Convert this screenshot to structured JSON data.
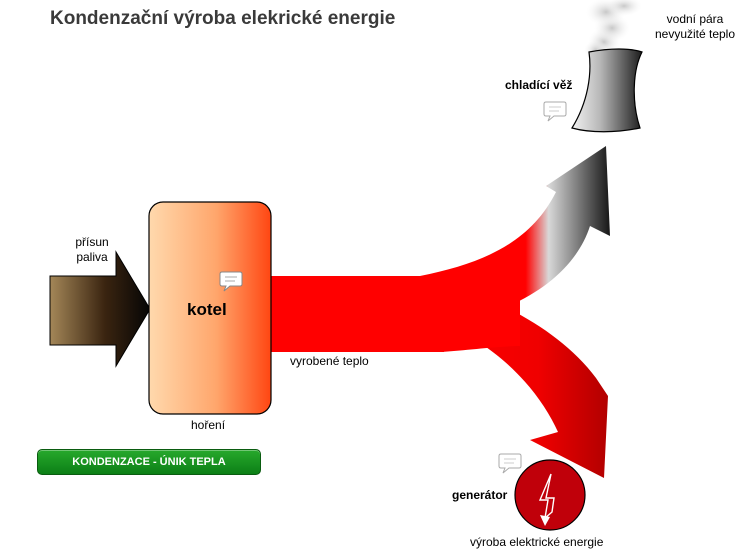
{
  "title": "Kondenzační výroba elekrické energie",
  "labels": {
    "vapor_line1": "vodní pára",
    "vapor_line2": "nevyužité teplo",
    "cooling_tower": "chladící věž",
    "fuel_line1": "přísun",
    "fuel_line2": "paliva",
    "boiler": "kotel",
    "produced_heat": "vyrobené teplo",
    "burning": "hoření",
    "generator": "generátor",
    "electricity_output": "výroba elektrické energie"
  },
  "button": {
    "condensation": "KONDENZACE - ÚNIK TEPLA"
  },
  "icons": [
    "comment-bubble-icon",
    "lightning-icon"
  ],
  "colors": {
    "heat_flow": "#ff0000",
    "boiler_fill_start": "#ffd6a8",
    "boiler_fill_end": "#ff4a12",
    "generator": "#c0000a",
    "button": "#1a9a22"
  }
}
